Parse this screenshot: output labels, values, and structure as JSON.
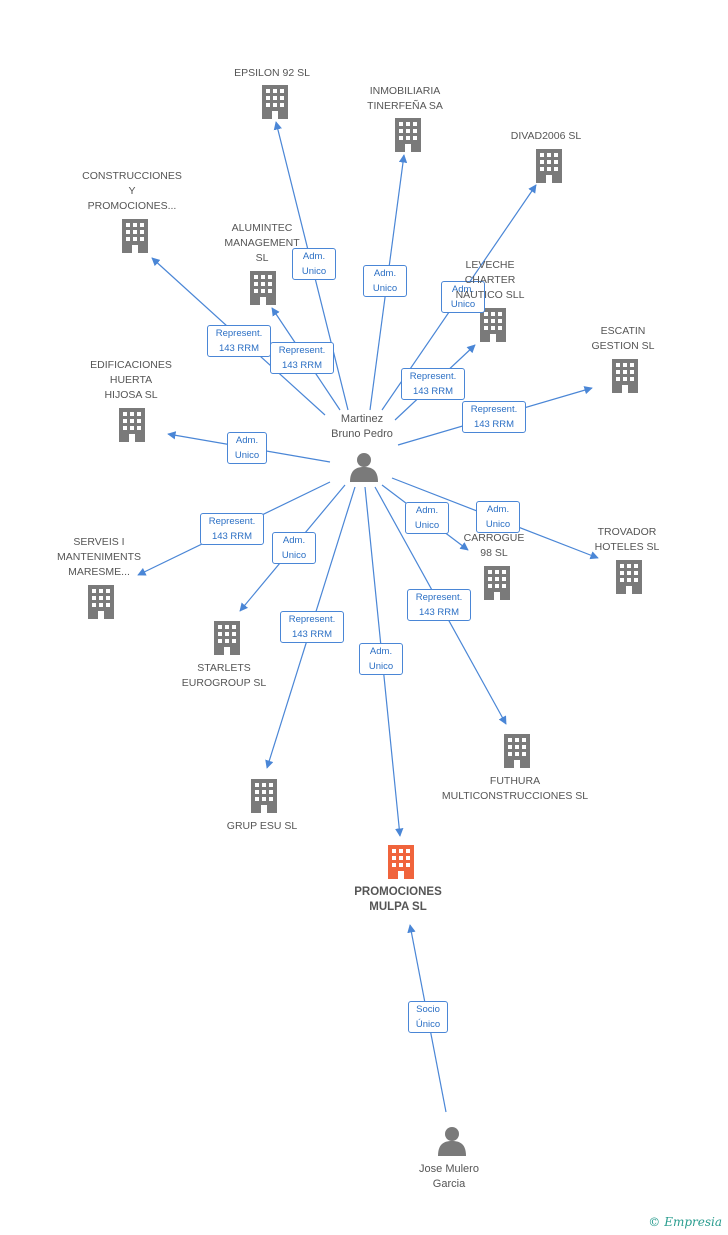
{
  "colors": {
    "edge": "#4a86d6",
    "building": "#7a7a7a",
    "building_main": "#f0643c",
    "person": "#7a7a7a"
  },
  "nodes": {
    "epsilon": {
      "lines": [
        "EPSILON 92 SL"
      ]
    },
    "inmobiliaria": {
      "lines": [
        "INMOBILIARIA",
        "TINERFEÑA SA"
      ]
    },
    "divad": {
      "lines": [
        "DIVAD2006 SL"
      ]
    },
    "construcciones": {
      "lines": [
        "CONSTRUCCIONES",
        "Y",
        "PROMOCIONES..."
      ]
    },
    "alumintec": {
      "lines": [
        "ALUMINTEC",
        "MANAGEMENT",
        "SL"
      ]
    },
    "leveche": {
      "lines": [
        "LEVECHE",
        "CHARTER",
        "NAUTICO SLL"
      ]
    },
    "escatin": {
      "lines": [
        "ESCATIN",
        "GESTION SL"
      ]
    },
    "edificaciones": {
      "lines": [
        "EDIFICACIONES",
        "HUERTA",
        "HIJOSA SL"
      ]
    },
    "martinez": {
      "lines": [
        "Martinez",
        "Bruno Pedro"
      ]
    },
    "serveis": {
      "lines": [
        "SERVEIS I",
        "MANTENIMENTS",
        "MARESME..."
      ]
    },
    "carrogue": {
      "lines": [
        "CARROGUE",
        "98 SL"
      ]
    },
    "trovador": {
      "lines": [
        "TROVADOR",
        "HOTELES SL"
      ]
    },
    "starlets": {
      "lines": [
        "STARLETS",
        "EUROGROUP SL"
      ]
    },
    "futhura": {
      "lines": [
        "FUTHURA",
        "MULTICONSTRUCCIONES SL"
      ]
    },
    "grupesu": {
      "lines": [
        "GRUP ESU SL"
      ]
    },
    "promociones": {
      "lines": [
        "PROMOCIONES",
        "MULPA SL"
      ]
    },
    "jose": {
      "lines": [
        "Jose Mulero",
        "Garcia"
      ]
    }
  },
  "edges": {
    "e_epsilon": [
      "Adm.",
      "Unico"
    ],
    "e_inmobiliaria": [
      "Adm.",
      "Unico"
    ],
    "e_divad": [
      "Adm.",
      "Unico"
    ],
    "e_construcciones": [
      "Represent.",
      "143 RRM"
    ],
    "e_alumintec": [
      "Represent.",
      "143 RRM"
    ],
    "e_leveche": [
      "Represent.",
      "143 RRM"
    ],
    "e_escatin": [
      "Represent.",
      "143 RRM"
    ],
    "e_edificaciones": [
      "Adm.",
      "Unico"
    ],
    "e_serveis": [
      "Represent.",
      "143 RRM"
    ],
    "e_starlets": [
      "Adm.",
      "Unico"
    ],
    "e_carrogue": [
      "Adm.",
      "Unico"
    ],
    "e_trovador": [
      "Adm.",
      "Unico"
    ],
    "e_futhura": [
      "Represent.",
      "143 RRM"
    ],
    "e_grupesu": [
      "Represent.",
      "143 RRM"
    ],
    "e_promociones": [
      "Adm.",
      "Unico"
    ],
    "e_jose": [
      "Socio",
      "Único"
    ]
  },
  "footer": {
    "copyright": "©",
    "brand": "Empresia"
  }
}
